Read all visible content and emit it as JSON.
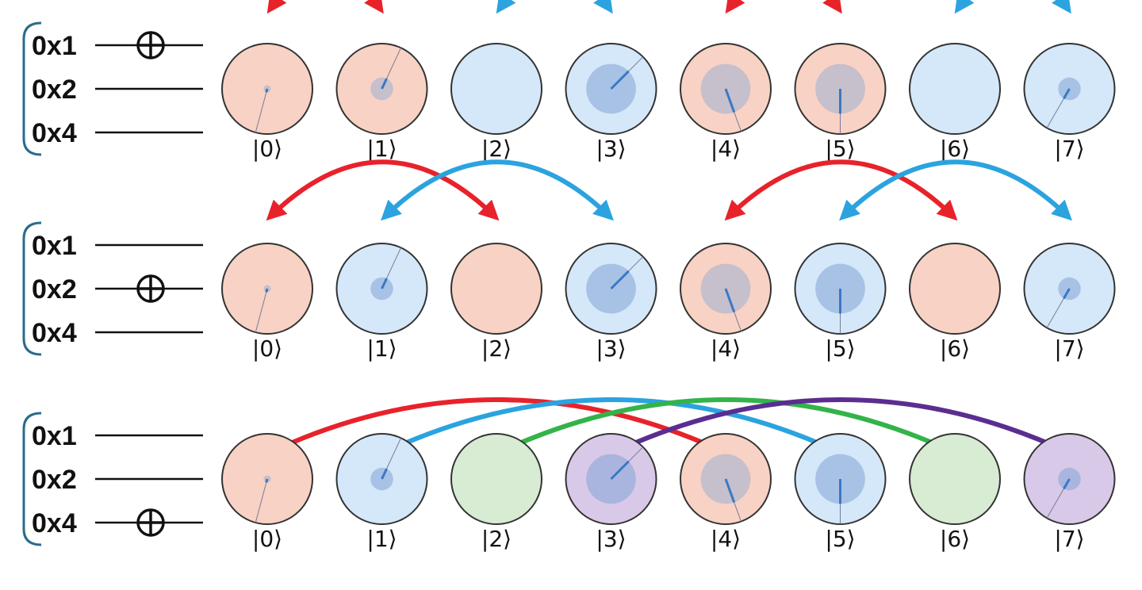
{
  "colors": {
    "red": "#e8222a",
    "blue": "#2ba3df",
    "green": "#33b34a",
    "purple": "#5b2d90",
    "bracket": "#2a6b8a",
    "fill_red": "#f8d2c4",
    "fill_blue": "#d4e8f9",
    "fill_green": "#d7ecd2",
    "fill_purple": "#d9c9e8",
    "magnitude": "#8aa8d8",
    "phase_line": "#3a78c4"
  },
  "panels": [
    {
      "qubits": [
        "0x1",
        "0x2",
        "0x4"
      ],
      "not_on": "0x1",
      "states": [
        {
          "ket": "|0⟩",
          "color": "red",
          "magnitude": 0.08,
          "phase_deg": 195
        },
        {
          "ket": "|1⟩",
          "color": "red",
          "magnitude": 0.25,
          "phase_deg": 25
        },
        {
          "ket": "|2⟩",
          "color": "blue",
          "magnitude": 0,
          "phase_deg": 0
        },
        {
          "ket": "|3⟩",
          "color": "blue",
          "magnitude": 0.55,
          "phase_deg": 45
        },
        {
          "ket": "|4⟩",
          "color": "red",
          "magnitude": 0.55,
          "phase_deg": 160
        },
        {
          "ket": "|5⟩",
          "color": "red",
          "magnitude": 0.55,
          "phase_deg": 180
        },
        {
          "ket": "|6⟩",
          "color": "blue",
          "magnitude": 0,
          "phase_deg": 0
        },
        {
          "ket": "|7⟩",
          "color": "blue",
          "magnitude": 0.25,
          "phase_deg": 210
        }
      ],
      "swaps": [
        {
          "from": 0,
          "to": 1,
          "color": "red"
        },
        {
          "from": 2,
          "to": 3,
          "color": "blue"
        },
        {
          "from": 4,
          "to": 5,
          "color": "red"
        },
        {
          "from": 6,
          "to": 7,
          "color": "blue"
        }
      ]
    },
    {
      "qubits": [
        "0x1",
        "0x2",
        "0x4"
      ],
      "not_on": "0x2",
      "states": [
        {
          "ket": "|0⟩",
          "color": "red",
          "magnitude": 0.08,
          "phase_deg": 195
        },
        {
          "ket": "|1⟩",
          "color": "blue",
          "magnitude": 0.25,
          "phase_deg": 25
        },
        {
          "ket": "|2⟩",
          "color": "red",
          "magnitude": 0,
          "phase_deg": 0
        },
        {
          "ket": "|3⟩",
          "color": "blue",
          "magnitude": 0.55,
          "phase_deg": 45
        },
        {
          "ket": "|4⟩",
          "color": "red",
          "magnitude": 0.55,
          "phase_deg": 160
        },
        {
          "ket": "|5⟩",
          "color": "blue",
          "magnitude": 0.55,
          "phase_deg": 180
        },
        {
          "ket": "|6⟩",
          "color": "red",
          "magnitude": 0,
          "phase_deg": 0
        },
        {
          "ket": "|7⟩",
          "color": "blue",
          "magnitude": 0.25,
          "phase_deg": 210
        }
      ],
      "swaps": [
        {
          "from": 0,
          "to": 2,
          "color": "red"
        },
        {
          "from": 1,
          "to": 3,
          "color": "blue"
        },
        {
          "from": 4,
          "to": 6,
          "color": "red"
        },
        {
          "from": 5,
          "to": 7,
          "color": "blue"
        }
      ]
    },
    {
      "qubits": [
        "0x1",
        "0x2",
        "0x4"
      ],
      "not_on": "0x4",
      "states": [
        {
          "ket": "|0⟩",
          "color": "red",
          "magnitude": 0.08,
          "phase_deg": 195
        },
        {
          "ket": "|1⟩",
          "color": "blue",
          "magnitude": 0.25,
          "phase_deg": 25
        },
        {
          "ket": "|2⟩",
          "color": "green",
          "magnitude": 0,
          "phase_deg": 0
        },
        {
          "ket": "|3⟩",
          "color": "purple",
          "magnitude": 0.55,
          "phase_deg": 45
        },
        {
          "ket": "|4⟩",
          "color": "red",
          "magnitude": 0.55,
          "phase_deg": 160
        },
        {
          "ket": "|5⟩",
          "color": "blue",
          "magnitude": 0.55,
          "phase_deg": 180
        },
        {
          "ket": "|6⟩",
          "color": "green",
          "magnitude": 0,
          "phase_deg": 0
        },
        {
          "ket": "|7⟩",
          "color": "purple",
          "magnitude": 0.25,
          "phase_deg": 210
        }
      ],
      "swaps": [
        {
          "from": 0,
          "to": 4,
          "color": "red"
        },
        {
          "from": 1,
          "to": 5,
          "color": "blue"
        },
        {
          "from": 2,
          "to": 6,
          "color": "green"
        },
        {
          "from": 3,
          "to": 7,
          "color": "purple"
        }
      ]
    }
  ]
}
